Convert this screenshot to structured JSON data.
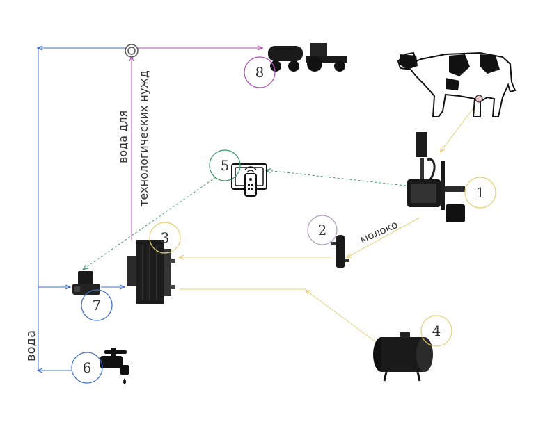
{
  "labels": {
    "water": "вода",
    "milk": "молоко",
    "tech_water_line1": "вода для",
    "tech_water_line2": "технологических нужд"
  },
  "nodes": [
    {
      "id": "1",
      "icon": "milking-machine-icon",
      "color": "#e8cf7a"
    },
    {
      "id": "2",
      "icon": "milk-filter-icon",
      "color": "#b59ac0"
    },
    {
      "id": "3",
      "icon": "plate-cooler-icon",
      "color": "#e8cf7a"
    },
    {
      "id": "4",
      "icon": "milk-tank-icon",
      "color": "#e8cf7a"
    },
    {
      "id": "5",
      "icon": "remote-control-icon",
      "color": "#3c9a6a"
    },
    {
      "id": "6",
      "icon": "water-tap-icon",
      "color": "#3f6fc8"
    },
    {
      "id": "7",
      "icon": "solenoid-valve-icon",
      "color": "#3f6fc8"
    },
    {
      "id": "8",
      "icon": "tractor-tanker-icon",
      "color": "#b04fb8"
    }
  ],
  "colors": {
    "milk": "#e8cf7a",
    "water": "#3f6fc8",
    "tech_water": "#b04fb8",
    "signal": "#3c9a6a"
  }
}
